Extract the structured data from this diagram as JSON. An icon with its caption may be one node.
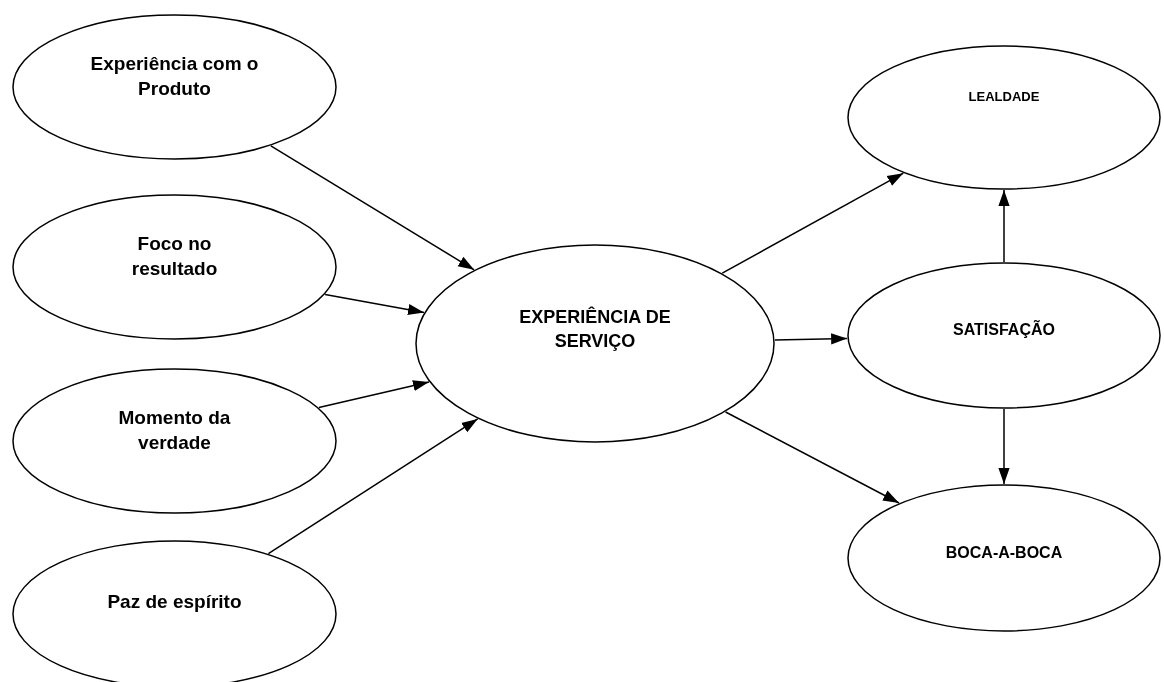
{
  "diagram": {
    "nodes": [
      {
        "text": [
          "Experiência com o Produto"
        ]
      },
      {
        "text": [
          "Foco no resultado"
        ]
      },
      {
        "text": [
          "Momento da verdade"
        ]
      },
      {
        "text": [
          "Paz de espírito"
        ]
      },
      {
        "text": [
          "EXPERIÊNCIA DE SERVIÇO"
        ]
      },
      {
        "text": [
          "LEALDADE"
        ]
      },
      {
        "text": [
          "SATISFAÇÃO"
        ]
      },
      {
        "text": [
          "BOCA-A-BOCA"
        ]
      }
    ],
    "edges": [
      {
        "from": 0,
        "to": 4,
        "arrow": "to"
      },
      {
        "from": 1,
        "to": 4,
        "arrow": "to"
      },
      {
        "from": 2,
        "to": 4,
        "arrow": "to"
      },
      {
        "from": 3,
        "to": 4,
        "arrow": "to"
      },
      {
        "from": 4,
        "to": 5,
        "arrow": "to"
      },
      {
        "from": 4,
        "to": 6,
        "arrow": "to"
      },
      {
        "from": 4,
        "to": 7,
        "arrow": "to"
      },
      {
        "from": 6,
        "to": 5,
        "arrow": "to"
      },
      {
        "from": 6,
        "to": 7,
        "arrow": "to"
      }
    ]
  }
}
